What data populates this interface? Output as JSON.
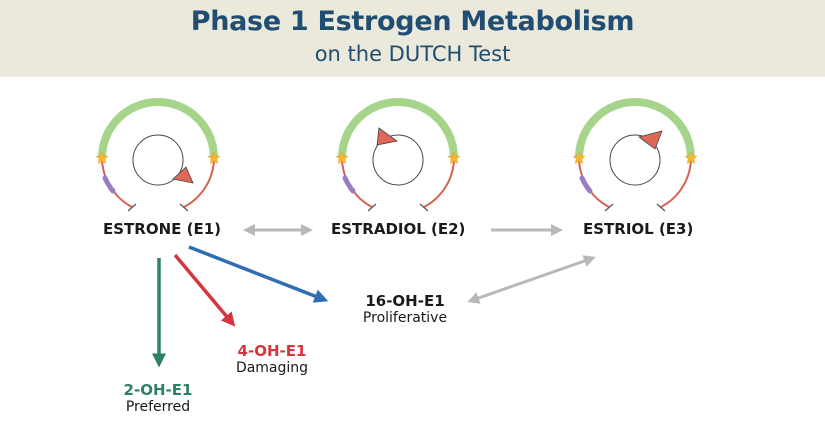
{
  "header": {
    "title": "Phase 1 Estrogen Metabolism",
    "subtitle": "on the DUTCH Test"
  },
  "hormones": [
    {
      "label": "ESTRONE (E1)",
      "triangle_position": "lower-right"
    },
    {
      "label": "ESTRADIOL (E2)",
      "triangle_position": "upper-left"
    },
    {
      "label": "ESTRIOL (E3)",
      "triangle_position": "upper-right"
    }
  ],
  "metabolites": [
    {
      "name": "2-OH-E1",
      "description": "Preferred",
      "color": "#2e8068"
    },
    {
      "name": "4-OH-E1",
      "description": "Damaging",
      "color": "#d4363f"
    },
    {
      "name": "16-OH-E1",
      "description": "Proliferative",
      "color": "#1a1a1a"
    }
  ],
  "arrows": [
    {
      "from": "ESTRONE (E1)",
      "to": "ESTRADIOL (E2)",
      "type": "bidirectional",
      "color": "#b8b8b8"
    },
    {
      "from": "ESTRADIOL (E2)",
      "to": "ESTRIOL (E3)",
      "type": "forward",
      "color": "#b8b8b8"
    },
    {
      "from": "16-OH-E1",
      "to": "ESTRIOL (E3)",
      "type": "bidirectional",
      "color": "#b8b8b8"
    },
    {
      "from": "ESTRONE (E1)",
      "to": "2-OH-E1",
      "type": "forward",
      "color": "#2e8068"
    },
    {
      "from": "ESTRONE (E1)",
      "to": "4-OH-E1",
      "type": "forward",
      "color": "#d4363f"
    },
    {
      "from": "ESTRONE (E1)",
      "to": "16-OH-E1",
      "type": "forward",
      "color": "#2f6db5"
    }
  ],
  "colors": {
    "header_bg": "#ebe8dc",
    "title": "#1f4e72",
    "arc_green": "#a5d48a",
    "arc_red": "#d9604f",
    "arc_purple": "#9b7cc4",
    "star": "#f5b731",
    "triangle": "#e0685a"
  }
}
